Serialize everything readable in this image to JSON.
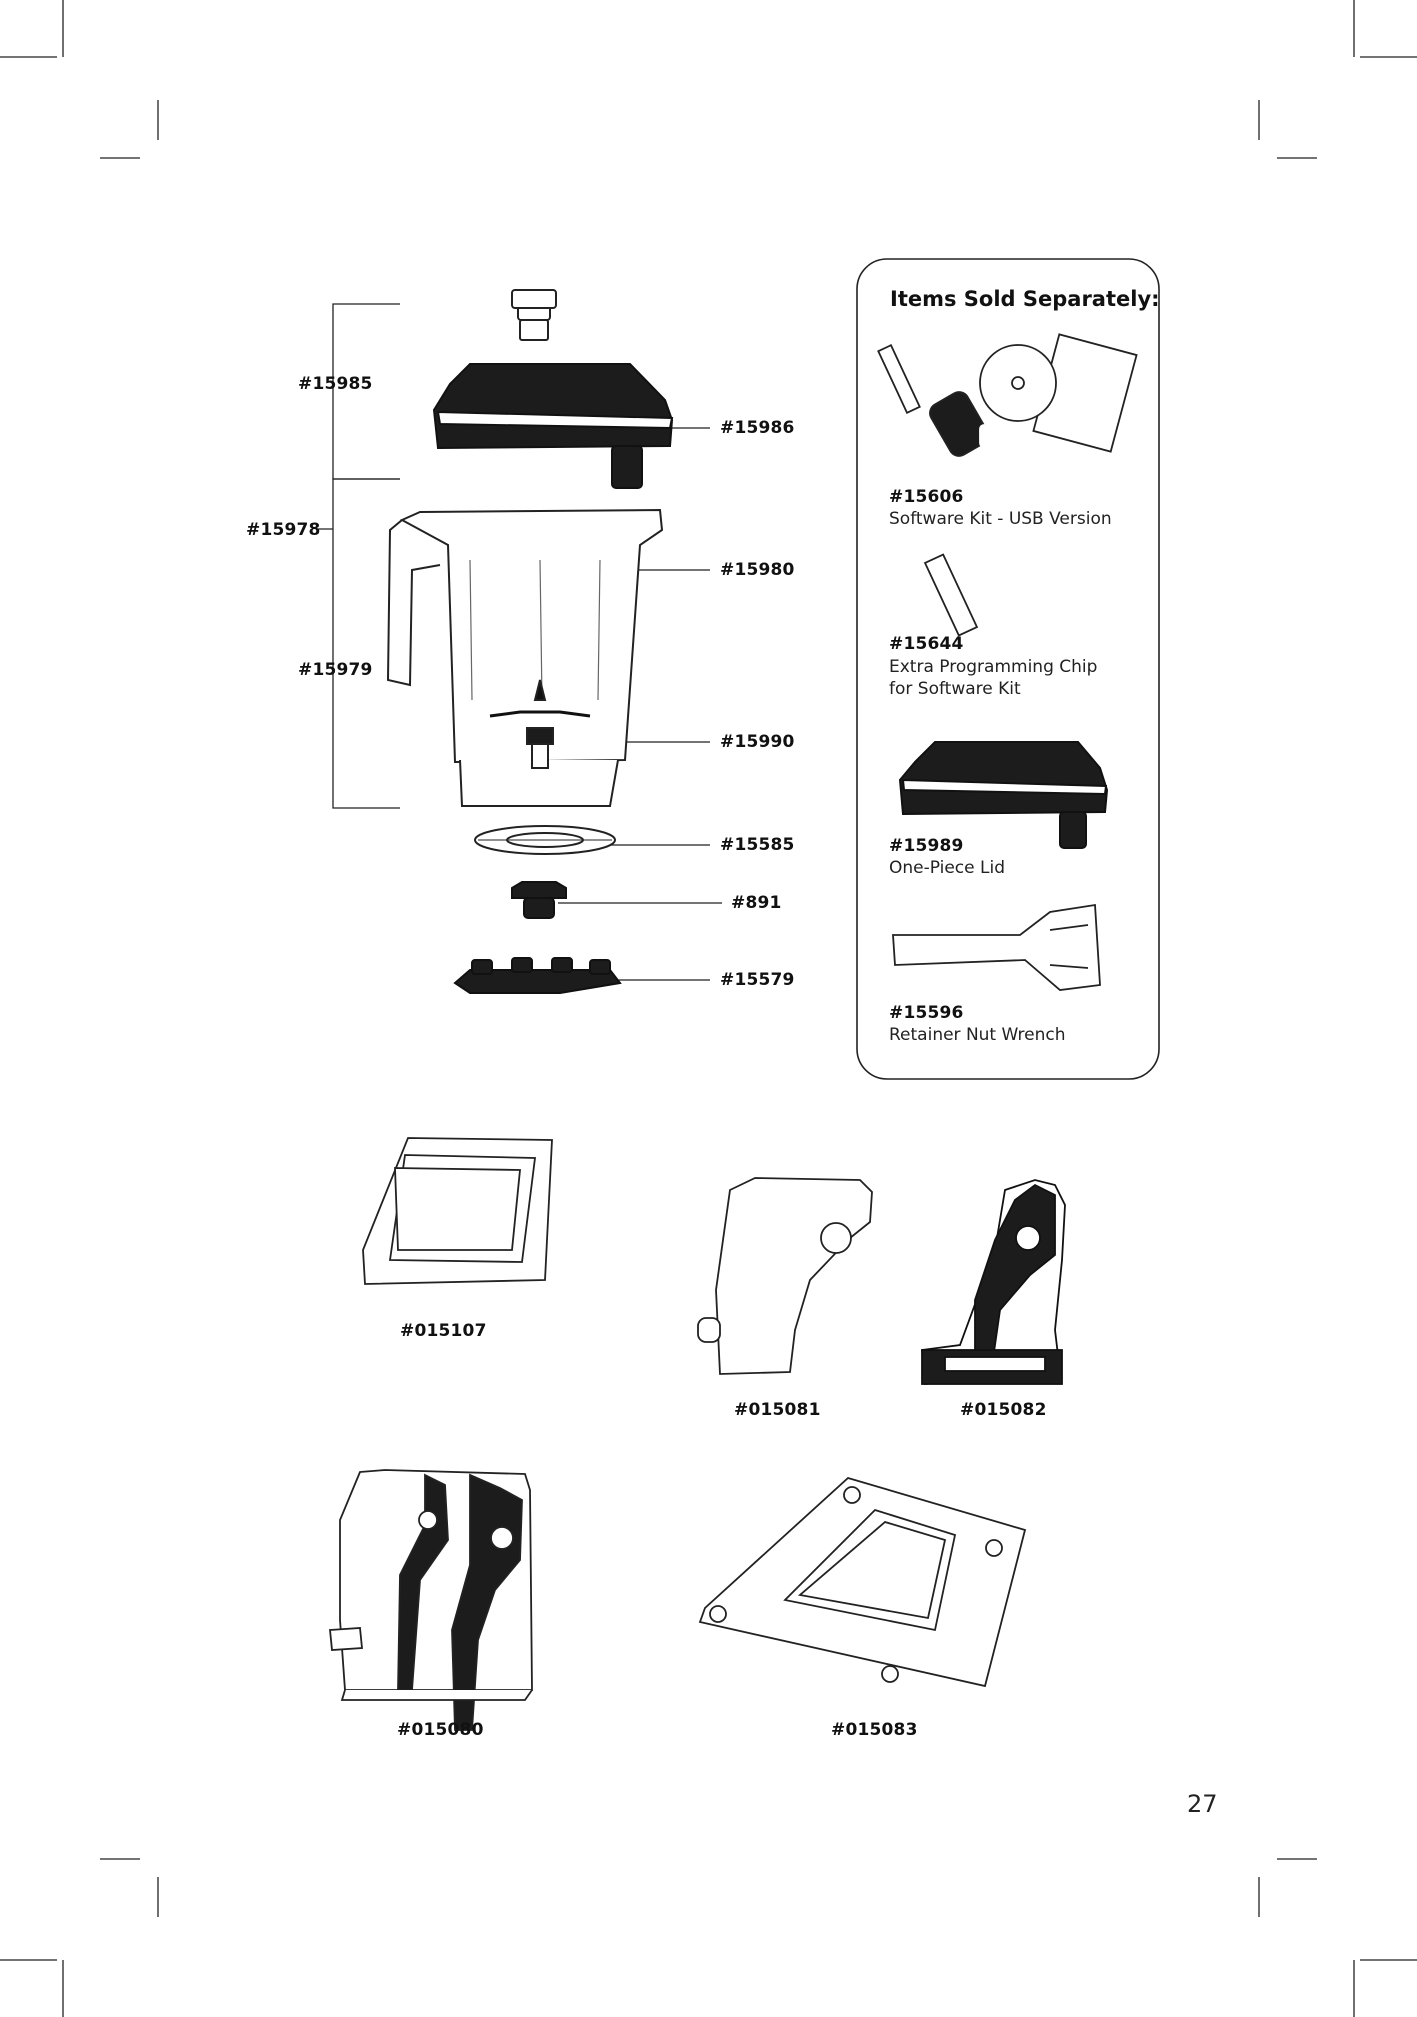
{
  "sold_separately": {
    "heading": "Items Sold Separately:",
    "items": [
      {
        "part": "#15606",
        "desc": "Software Kit - USB Version",
        "desc2": ""
      },
      {
        "part": "#15644",
        "desc": "Extra Programming Chip",
        "desc2": "for Software Kit"
      },
      {
        "part": "#15989",
        "desc": "One-Piece Lid",
        "desc2": ""
      },
      {
        "part": "#15596",
        "desc": "Retainer Nut Wrench",
        "desc2": ""
      }
    ]
  },
  "exploded_view": {
    "bracket_labels": [
      "#15985",
      "#15978",
      "#15979"
    ],
    "callouts": [
      "#15986",
      "#15980",
      "#15990",
      "#15585",
      "#891",
      "#15579"
    ]
  },
  "accessories": [
    "#015107",
    "#015081",
    "#015082",
    "#015080",
    "#015083"
  ],
  "page_number": "27"
}
